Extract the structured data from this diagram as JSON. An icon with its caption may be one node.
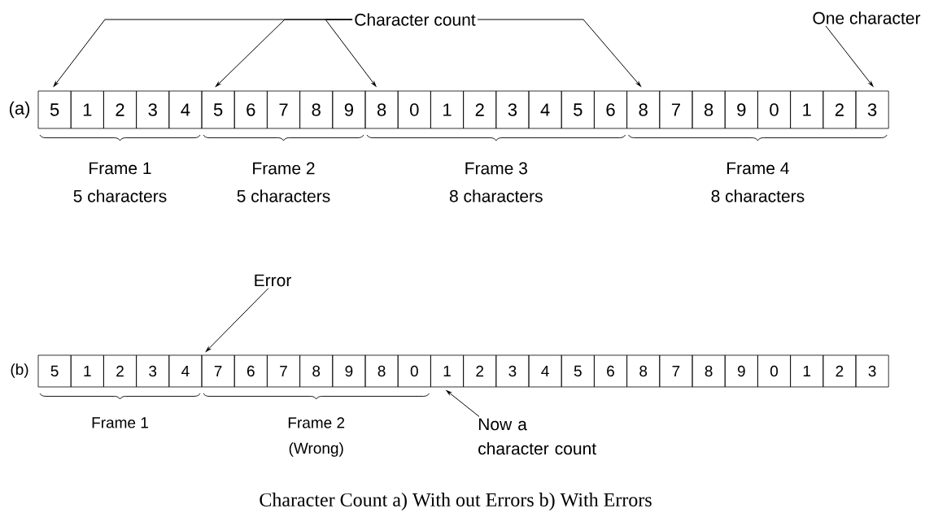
{
  "diagram": {
    "caption": "Character Count a) With out Errors b) With Errors",
    "nodes": [
      {
        "text": [
          "Character count"
        ]
      },
      {
        "text": [
          "One character"
        ]
      },
      {
        "text": [
          "5"
        ]
      },
      {
        "text": [
          "1"
        ]
      },
      {
        "text": [
          "2"
        ]
      },
      {
        "text": [
          "3"
        ]
      },
      {
        "text": [
          "4"
        ]
      },
      {
        "text": [
          "5"
        ]
      },
      {
        "text": [
          "6"
        ]
      },
      {
        "text": [
          "7"
        ]
      },
      {
        "text": [
          "8"
        ]
      },
      {
        "text": [
          "9"
        ]
      },
      {
        "text": [
          "8"
        ]
      },
      {
        "text": [
          "0"
        ]
      },
      {
        "text": [
          "1"
        ]
      },
      {
        "text": [
          "2"
        ]
      },
      {
        "text": [
          "3"
        ]
      },
      {
        "text": [
          "4"
        ]
      },
      {
        "text": [
          "5"
        ]
      },
      {
        "text": [
          "6"
        ]
      },
      {
        "text": [
          "8"
        ]
      },
      {
        "text": [
          "7"
        ]
      },
      {
        "text": [
          "8"
        ]
      },
      {
        "text": [
          "9"
        ]
      },
      {
        "text": [
          "0"
        ]
      },
      {
        "text": [
          "1"
        ]
      },
      {
        "text": [
          "2"
        ]
      },
      {
        "text": [
          "3"
        ]
      },
      {
        "text": [
          "Error"
        ]
      },
      {
        "text": [
          "5"
        ]
      },
      {
        "text": [
          "1"
        ]
      },
      {
        "text": [
          "2"
        ]
      },
      {
        "text": [
          "3"
        ]
      },
      {
        "text": [
          "4"
        ]
      },
      {
        "text": [
          "7"
        ]
      },
      {
        "text": [
          "6"
        ]
      },
      {
        "text": [
          "7"
        ]
      },
      {
        "text": [
          "8"
        ]
      },
      {
        "text": [
          "9"
        ]
      },
      {
        "text": [
          "8"
        ]
      },
      {
        "text": [
          "0"
        ]
      },
      {
        "text": [
          "1"
        ]
      },
      {
        "text": [
          "2"
        ]
      },
      {
        "text": [
          "3"
        ]
      },
      {
        "text": [
          "4"
        ]
      },
      {
        "text": [
          "5"
        ]
      },
      {
        "text": [
          "6"
        ]
      },
      {
        "text": [
          "8"
        ]
      },
      {
        "text": [
          "7"
        ]
      },
      {
        "text": [
          "8"
        ]
      },
      {
        "text": [
          "9"
        ]
      },
      {
        "text": [
          "0"
        ]
      },
      {
        "text": [
          "1"
        ]
      },
      {
        "text": [
          "2"
        ]
      },
      {
        "text": [
          "3"
        ]
      },
      {
        "text": [
          "Now a character count"
        ]
      }
    ],
    "edges": [
      {
        "from": 0,
        "to": 2,
        "arrow": "to"
      },
      {
        "from": 0,
        "to": 7,
        "arrow": "to"
      },
      {
        "from": 0,
        "to": 12,
        "arrow": "to"
      },
      {
        "from": 0,
        "to": 20,
        "arrow": "to"
      },
      {
        "from": 1,
        "to": 27,
        "arrow": "to"
      },
      {
        "from": 28,
        "to": 34,
        "arrow": "to"
      },
      {
        "from": 55,
        "to": 41,
        "arrow": "to"
      }
    ],
    "labels": [
      "(a)",
      "Frame 1",
      "5 characters",
      "Frame 2",
      "5 characters",
      "Frame 3",
      "8 characters",
      "Frame 4",
      "8 characters",
      "(b)",
      "Frame 1",
      "Frame 2",
      "(Wrong)"
    ]
  }
}
